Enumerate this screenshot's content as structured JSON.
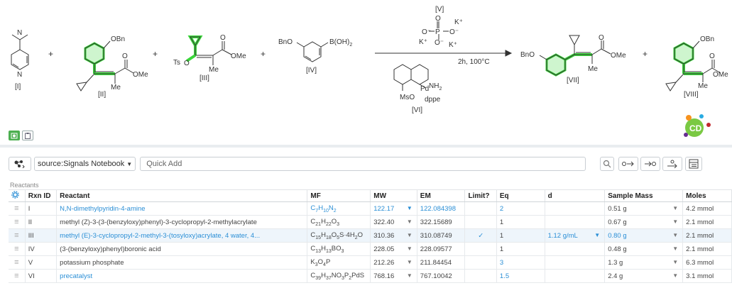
{
  "scheme": {
    "labels": {
      "c1": "[I]",
      "c2": "[II]",
      "c3": "[III]",
      "c4": "[IV]",
      "c5": "[V]",
      "c6": "[VI]",
      "c7": "[VII]",
      "c8": "[VIII]"
    },
    "atoms": {
      "n": "N",
      "me": "Me",
      "obn": "OBn",
      "ome": "OMe",
      "o": "O",
      "ts": "Ts",
      "bno": "BnO",
      "boh": "B(OH)",
      "boh_sub": "2",
      "p": "P",
      "o_minus": "O⁻",
      "k_plus": "K⁺",
      "pd": "Pd",
      "nh2": "NH",
      "nh2_sub": "2",
      "mso": "MsO",
      "dppe": "dppe"
    },
    "conditions": "2h, 100°C",
    "plus": "+",
    "highlight_color": "#3ad63a"
  },
  "view_toggle": {
    "structure_icon": "flask-icon",
    "table_icon": "clipboard-icon"
  },
  "badge": {
    "text": "CD"
  },
  "toolbar": {
    "source_label": "source:Signals Notebook",
    "quick_add_placeholder": "Quick Add"
  },
  "section_label": "Reactants",
  "table": {
    "headers": {
      "rxn_id": "Rxn ID",
      "reactant": "Reactant",
      "mf": "MF",
      "mw": "MW",
      "em": "EM",
      "limit": "Limit?",
      "eq": "Eq",
      "d": "d",
      "sample_mass": "Sample Mass",
      "moles": "Moles"
    },
    "rows": [
      {
        "id": "I",
        "reactant": "N,N-dimethylpyridin-4-amine",
        "mf": "C7H10N2",
        "mw": "122.17",
        "em": "122.084398",
        "limit": "",
        "eq": "2",
        "d": "",
        "mass": "0.51 g",
        "moles": "4.2 mmol"
      },
      {
        "id": "II",
        "reactant": "methyl (Z)-3-(3-(benzyloxy)phenyl)-3-cyclopropyl-2-methylacrylate",
        "mf": "C21H22O3",
        "mw": "322.40",
        "em": "322.15689",
        "limit": "",
        "eq": "1",
        "d": "",
        "mass": "0.67 g",
        "moles": "2.1 mmol"
      },
      {
        "id": "III",
        "reactant": "methyl (E)-3-cyclopropyl-2-methyl-3-(tosyloxy)acrylate, 4 water, 4...",
        "mf": "C15H18O5S·4H2O",
        "mw": "310.36",
        "em": "310.08749",
        "limit": "✓",
        "eq": "1",
        "d": "1.12 g/mL",
        "mass": "0.80 g",
        "moles": "2.1 mmol"
      },
      {
        "id": "IV",
        "reactant": "(3-(benzyloxy)phenyl)boronic acid",
        "mf": "C13H13BO3",
        "mw": "228.05",
        "em": "228.09577",
        "limit": "",
        "eq": "1",
        "d": "",
        "mass": "0.48 g",
        "moles": "2.1 mmol"
      },
      {
        "id": "V",
        "reactant": "potassium phosphate",
        "mf": "K3O4P",
        "mw": "212.26",
        "em": "211.84454",
        "limit": "",
        "eq": "3",
        "d": "",
        "mass": "1.3 g",
        "moles": "6.3 mmol"
      },
      {
        "id": "VI",
        "reactant": "precatalyst",
        "mf": "C39H37NO3P2PdS",
        "mw": "768.16",
        "em": "767.10042",
        "limit": "",
        "eq": "1.5",
        "d": "",
        "mass": "2.4 g",
        "moles": "3.1 mmol"
      }
    ]
  }
}
